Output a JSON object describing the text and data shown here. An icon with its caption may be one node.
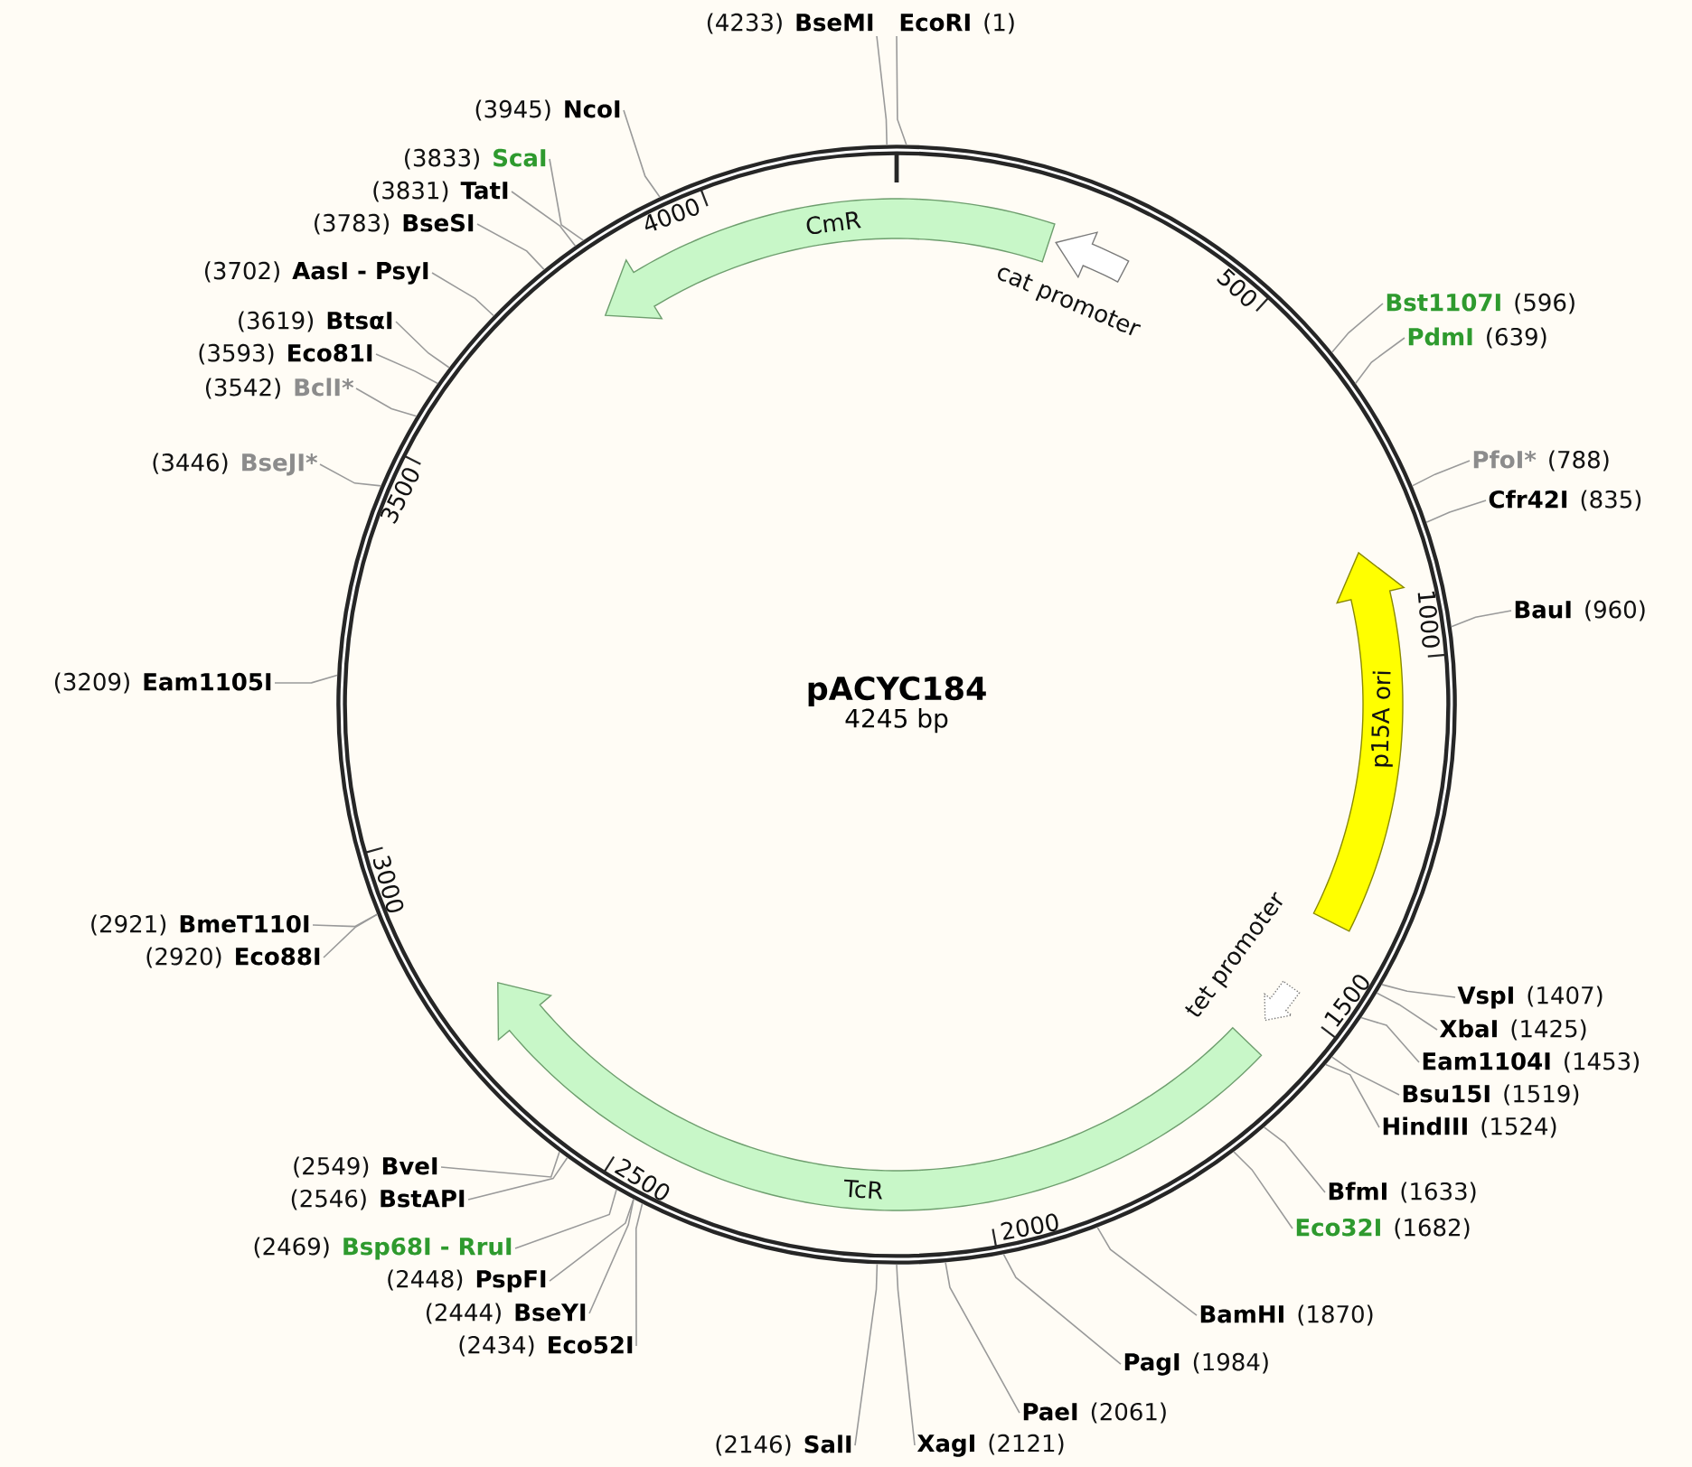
{
  "diagram": {
    "nodes": [
      {
        "text": [
          "pACYC184",
          "4245 bp"
        ]
      },
      {
        "text": [
          "CmR"
        ],
        "in": 0
      },
      {
        "text": [
          "cat promoter"
        ],
        "in": 0
      },
      {
        "text": [
          "p15A ori"
        ],
        "in": 0
      },
      {
        "text": [
          "tet promoter"
        ],
        "in": 0
      },
      {
        "text": [
          "TcR"
        ],
        "in": 0
      },
      {
        "text": [
          "(4233)",
          "BseMI"
        ]
      },
      {
        "text": [
          "EcoRI",
          "(1)"
        ]
      },
      {
        "text": [
          "Bst1107I",
          "(596)"
        ]
      },
      {
        "text": [
          "PdmI",
          "(639)"
        ]
      },
      {
        "text": [
          "PfoI*",
          "(788)"
        ]
      },
      {
        "text": [
          "Cfr42I",
          "(835)"
        ]
      },
      {
        "text": [
          "BauI",
          "(960)"
        ]
      },
      {
        "text": [
          "VspI",
          "(1407)"
        ]
      },
      {
        "text": [
          "XbaI",
          "(1425)"
        ]
      },
      {
        "text": [
          "Eam1104I",
          "(1453)"
        ]
      },
      {
        "text": [
          "Bsu15I",
          "(1519)"
        ]
      },
      {
        "text": [
          "HindIII",
          "(1524)"
        ]
      },
      {
        "text": [
          "BfmI",
          "(1633)"
        ]
      },
      {
        "text": [
          "Eco32I",
          "(1682)"
        ]
      },
      {
        "text": [
          "BamHI",
          "(1870)"
        ]
      },
      {
        "text": [
          "PagI",
          "(1984)"
        ]
      },
      {
        "text": [
          "PaeI",
          "(2061)"
        ]
      },
      {
        "text": [
          "XagI",
          "(2121)"
        ]
      },
      {
        "text": [
          "(2146)",
          "SalI"
        ]
      },
      {
        "text": [
          "(2434)",
          "Eco52I"
        ]
      },
      {
        "text": [
          "(2444)",
          "BseYI"
        ]
      },
      {
        "text": [
          "(2448)",
          "PspFI"
        ]
      },
      {
        "text": [
          "(2469)",
          "Bsp68I - RruI"
        ]
      },
      {
        "text": [
          "(2546)",
          "BstAPI"
        ]
      },
      {
        "text": [
          "(2549)",
          "BveI"
        ]
      },
      {
        "text": [
          "(2920)",
          "Eco88I"
        ]
      },
      {
        "text": [
          "(2921)",
          "BmeT110I"
        ]
      },
      {
        "text": [
          "(3209)",
          "Eam1105I"
        ]
      },
      {
        "text": [
          "(3446)",
          "BseJI*"
        ]
      },
      {
        "text": [
          "(3542)",
          "BclI*"
        ]
      },
      {
        "text": [
          "(3593)",
          "Eco81I"
        ]
      },
      {
        "text": [
          "(3619)",
          "BtsαI"
        ]
      },
      {
        "text": [
          "(3702)",
          "AasI - PsyI"
        ]
      },
      {
        "text": [
          "(3783)",
          "BseSI"
        ]
      },
      {
        "text": [
          "(3831)",
          "TatI"
        ]
      },
      {
        "text": [
          "(3833)",
          "ScaI"
        ]
      },
      {
        "text": [
          "(3945)",
          "NcoI"
        ]
      }
    ],
    "edges": [
      {
        "from": 6,
        "to": 0,
        "arrow": "none"
      },
      {
        "from": 7,
        "to": 0,
        "arrow": "none"
      },
      {
        "from": 8,
        "to": 0,
        "arrow": "none"
      },
      {
        "from": 9,
        "to": 0,
        "arrow": "none"
      },
      {
        "from": 10,
        "to": 0,
        "arrow": "none"
      },
      {
        "from": 11,
        "to": 0,
        "arrow": "none"
      },
      {
        "from": 12,
        "to": 0,
        "arrow": "none"
      },
      {
        "from": 13,
        "to": 0,
        "arrow": "none"
      },
      {
        "from": 14,
        "to": 0,
        "arrow": "none"
      },
      {
        "from": 15,
        "to": 0,
        "arrow": "none"
      },
      {
        "from": 16,
        "to": 0,
        "arrow": "none"
      },
      {
        "from": 17,
        "to": 0,
        "arrow": "none"
      },
      {
        "from": 18,
        "to": 0,
        "arrow": "none"
      },
      {
        "from": 19,
        "to": 0,
        "arrow": "none"
      },
      {
        "from": 20,
        "to": 0,
        "arrow": "none"
      },
      {
        "from": 21,
        "to": 0,
        "arrow": "none"
      },
      {
        "from": 22,
        "to": 0,
        "arrow": "none"
      },
      {
        "from": 23,
        "to": 0,
        "arrow": "none"
      },
      {
        "from": 24,
        "to": 0,
        "arrow": "none"
      },
      {
        "from": 25,
        "to": 0,
        "arrow": "none"
      },
      {
        "from": 26,
        "to": 0,
        "arrow": "none"
      },
      {
        "from": 27,
        "to": 0,
        "arrow": "none"
      },
      {
        "from": 28,
        "to": 0,
        "arrow": "none"
      },
      {
        "from": 29,
        "to": 0,
        "arrow": "none"
      },
      {
        "from": 30,
        "to": 0,
        "arrow": "none"
      },
      {
        "from": 31,
        "to": 0,
        "arrow": "none"
      },
      {
        "from": 32,
        "to": 0,
        "arrow": "none"
      },
      {
        "from": 33,
        "to": 0,
        "arrow": "none"
      },
      {
        "from": 34,
        "to": 0,
        "arrow": "none"
      },
      {
        "from": 35,
        "to": 0,
        "arrow": "none"
      },
      {
        "from": 36,
        "to": 0,
        "arrow": "none"
      },
      {
        "from": 37,
        "to": 0,
        "arrow": "none"
      },
      {
        "from": 38,
        "to": 0,
        "arrow": "none"
      },
      {
        "from": 39,
        "to": 0,
        "arrow": "none"
      },
      {
        "from": 40,
        "to": 0,
        "arrow": "none"
      },
      {
        "from": 41,
        "to": 0,
        "arrow": "none"
      },
      {
        "from": 42,
        "to": 0,
        "arrow": "none"
      }
    ],
    "labels": [
      "500",
      "1000",
      "1500",
      "2000",
      "2500",
      "3000",
      "3500",
      "4000"
    ]
  }
}
